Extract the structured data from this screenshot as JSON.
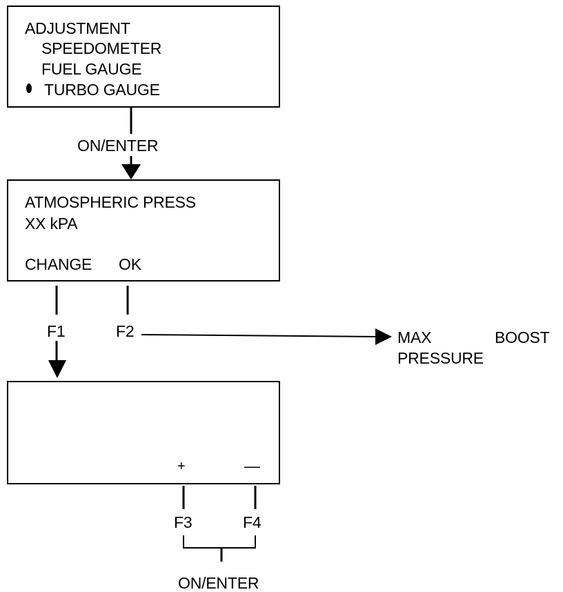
{
  "screen1": {
    "title": "ADJUSTMENT",
    "items": [
      "SPEEDOMETER",
      "FUEL GAUGE",
      "TURBO GAUGE"
    ],
    "selected_index": 2,
    "selected_icon": "filled-bullet"
  },
  "transition1": {
    "label": "ON/ENTER"
  },
  "screen2": {
    "line1": "ATMOSPHERIC PRESS",
    "line2": "XX kPA",
    "softkey_left": "CHANGE",
    "softkey_right": "OK"
  },
  "keys": {
    "f1": "F1",
    "f2": "F2",
    "f3": "F3",
    "f4": "F4"
  },
  "target": {
    "line1_left": "MAX",
    "line1_right": "BOOST",
    "line2": "PRESSURE"
  },
  "screen3": {
    "plus": "+",
    "minus": "—"
  },
  "transition2": {
    "label": "ON/ENTER"
  }
}
